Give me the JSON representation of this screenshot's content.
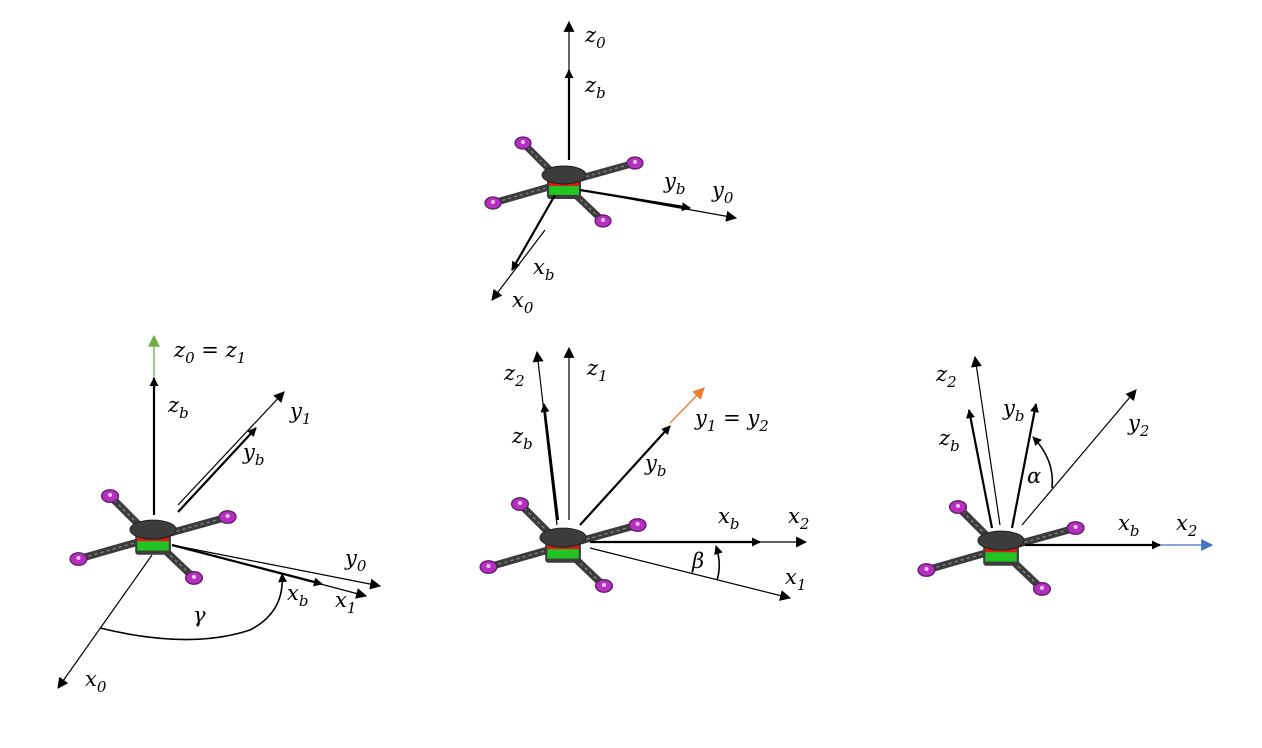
{
  "colors": {
    "background": "#ffffff",
    "axis": "#000000",
    "carbon_frame": "#3c3c3c",
    "motor": "#b52fc0",
    "battery_red": "#e01818",
    "battery_green": "#22c322",
    "arrow_green": "#70ad47",
    "arrow_orange": "#ed7d31",
    "arrow_blue": "#4472c4"
  },
  "panels": [
    {
      "id": "top",
      "labels": [
        {
          "id": "z0",
          "base": "z",
          "sub": "0"
        },
        {
          "id": "zb",
          "base": "z",
          "sub": "b"
        },
        {
          "id": "yb",
          "base": "y",
          "sub": "b"
        },
        {
          "id": "y0",
          "base": "y",
          "sub": "0"
        },
        {
          "id": "xb",
          "base": "x",
          "sub": "b"
        },
        {
          "id": "x0",
          "base": "x",
          "sub": "0"
        }
      ]
    },
    {
      "id": "yaw",
      "labels": [
        {
          "id": "z0z1",
          "base": "z",
          "sub": "0",
          "mid": " = ",
          "base2": "z",
          "sub2": "1"
        },
        {
          "id": "zb",
          "base": "z",
          "sub": "b"
        },
        {
          "id": "y1",
          "base": "y",
          "sub": "1"
        },
        {
          "id": "yb",
          "base": "y",
          "sub": "b"
        },
        {
          "id": "y0",
          "base": "y",
          "sub": "0"
        },
        {
          "id": "xb",
          "base": "x",
          "sub": "b"
        },
        {
          "id": "x1",
          "base": "x",
          "sub": "1"
        },
        {
          "id": "x0",
          "base": "x",
          "sub": "0"
        }
      ],
      "angle": "γ"
    },
    {
      "id": "pitch",
      "labels": [
        {
          "id": "z2",
          "base": "z",
          "sub": "2"
        },
        {
          "id": "z1",
          "base": "z",
          "sub": "1"
        },
        {
          "id": "zb",
          "base": "z",
          "sub": "b"
        },
        {
          "id": "y1y2",
          "base": "y",
          "sub": "1",
          "mid": " = ",
          "base2": "y",
          "sub2": "2"
        },
        {
          "id": "yb",
          "base": "y",
          "sub": "b"
        },
        {
          "id": "xb",
          "base": "x",
          "sub": "b"
        },
        {
          "id": "x2",
          "base": "x",
          "sub": "2"
        },
        {
          "id": "x1",
          "base": "x",
          "sub": "1"
        }
      ],
      "angle": "β"
    },
    {
      "id": "roll",
      "labels": [
        {
          "id": "z2",
          "base": "z",
          "sub": "2"
        },
        {
          "id": "zb",
          "base": "z",
          "sub": "b"
        },
        {
          "id": "yb",
          "base": "y",
          "sub": "b"
        },
        {
          "id": "y2",
          "base": "y",
          "sub": "2"
        },
        {
          "id": "xb",
          "base": "x",
          "sub": "b"
        },
        {
          "id": "x2",
          "base": "x",
          "sub": "2"
        }
      ],
      "angle": "α"
    }
  ]
}
